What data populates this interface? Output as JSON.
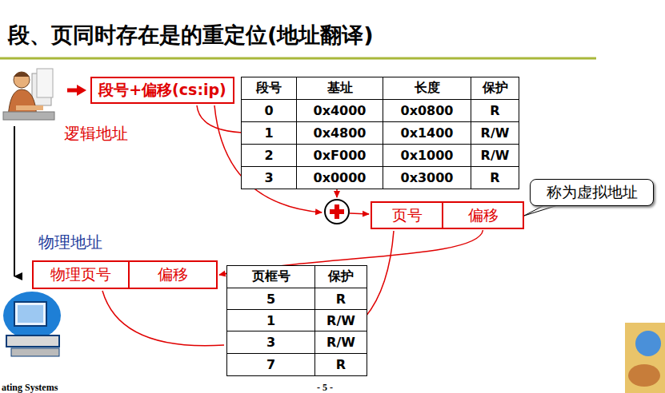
{
  "diagram": {
    "title": "段、页同时存在是的重定位(地址翻译)",
    "nodes": [
      {
        "text": [
          "段号+偏移(cs:ip)"
        ]
      },
      {
        "text": [
          "页号"
        ]
      },
      {
        "text": [
          "偏移"
        ]
      },
      {
        "text": [
          "称为虚拟地址"
        ]
      },
      {
        "text": [
          "物理页号"
        ]
      },
      {
        "text": [
          "偏移"
        ]
      }
    ],
    "edges": [
      {
        "from": 2,
        "to": 5,
        "arrow": "to"
      }
    ],
    "labels": [
      "逻辑地址",
      "段号",
      "基址",
      "长度",
      "保护",
      "0",
      "0x4000",
      "0x0800",
      "R",
      "1",
      "0x4800",
      "0x1400",
      "R/W",
      "2",
      "0xF000",
      "0x1000",
      "R/W",
      "3",
      "0x0000",
      "0x3000",
      "R",
      "物理地址",
      "页框号",
      "保护",
      "5",
      "R",
      "1",
      "R/W",
      "3",
      "R/W",
      "7",
      "R",
      "ating Systems",
      "- 5 -"
    ]
  }
}
